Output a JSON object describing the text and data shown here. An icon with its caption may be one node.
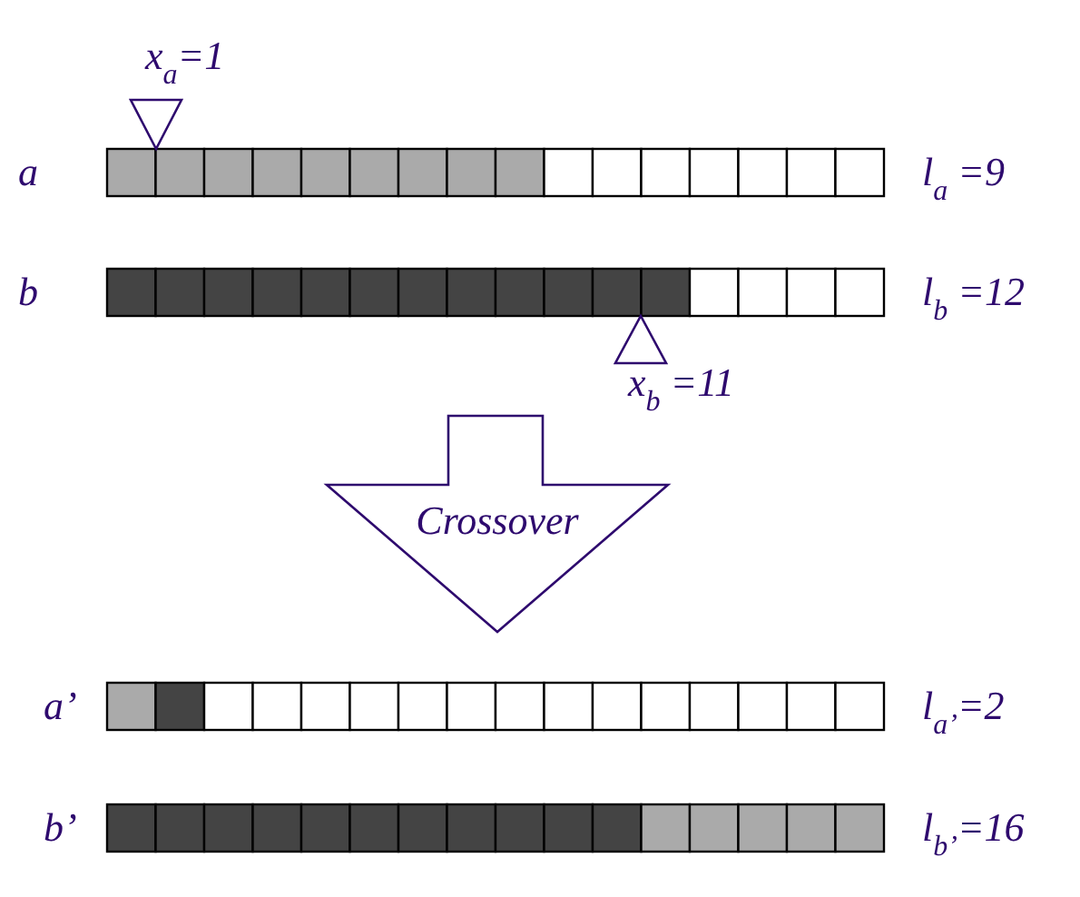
{
  "diagram": {
    "nodes": [
      {
        "text": [
          "a"
        ],
        "beside": [
          "l$_{a}$ =9"
        ]
      },
      {
        "text": [
          "b"
        ],
        "beside": [
          "l$_{b}$ =12"
        ]
      },
      {
        "text": [
          "Crossover"
        ]
      },
      {
        "text": [
          "a’"
        ],
        "beside": [
          "l$_{a’}$=2"
        ]
      },
      {
        "text": [
          "b’"
        ],
        "beside": [
          "l$_{b’}$=16"
        ]
      }
    ],
    "labels": [
      "x$_{a}$=1",
      "x$_{b}$ =11"
    ]
  }
}
